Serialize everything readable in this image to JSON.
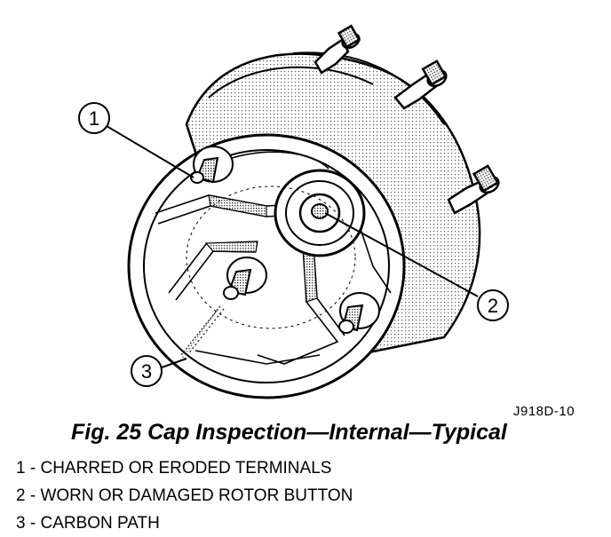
{
  "figure": {
    "code": "J918D-10",
    "caption": "Fig. 25 Cap Inspection—Internal—Typical"
  },
  "callouts": [
    "1",
    "2",
    "3"
  ],
  "legend": [
    {
      "number": "1",
      "text": "CHARRED OR ERODED TERMINALS"
    },
    {
      "number": "2",
      "text": "WORN OR DAMAGED ROTOR BUTTON"
    },
    {
      "number": "3",
      "text": "CARBON PATH"
    }
  ],
  "colors": {
    "line": "#000000",
    "shade": "#8a8a8a",
    "background": "#ffffff"
  }
}
